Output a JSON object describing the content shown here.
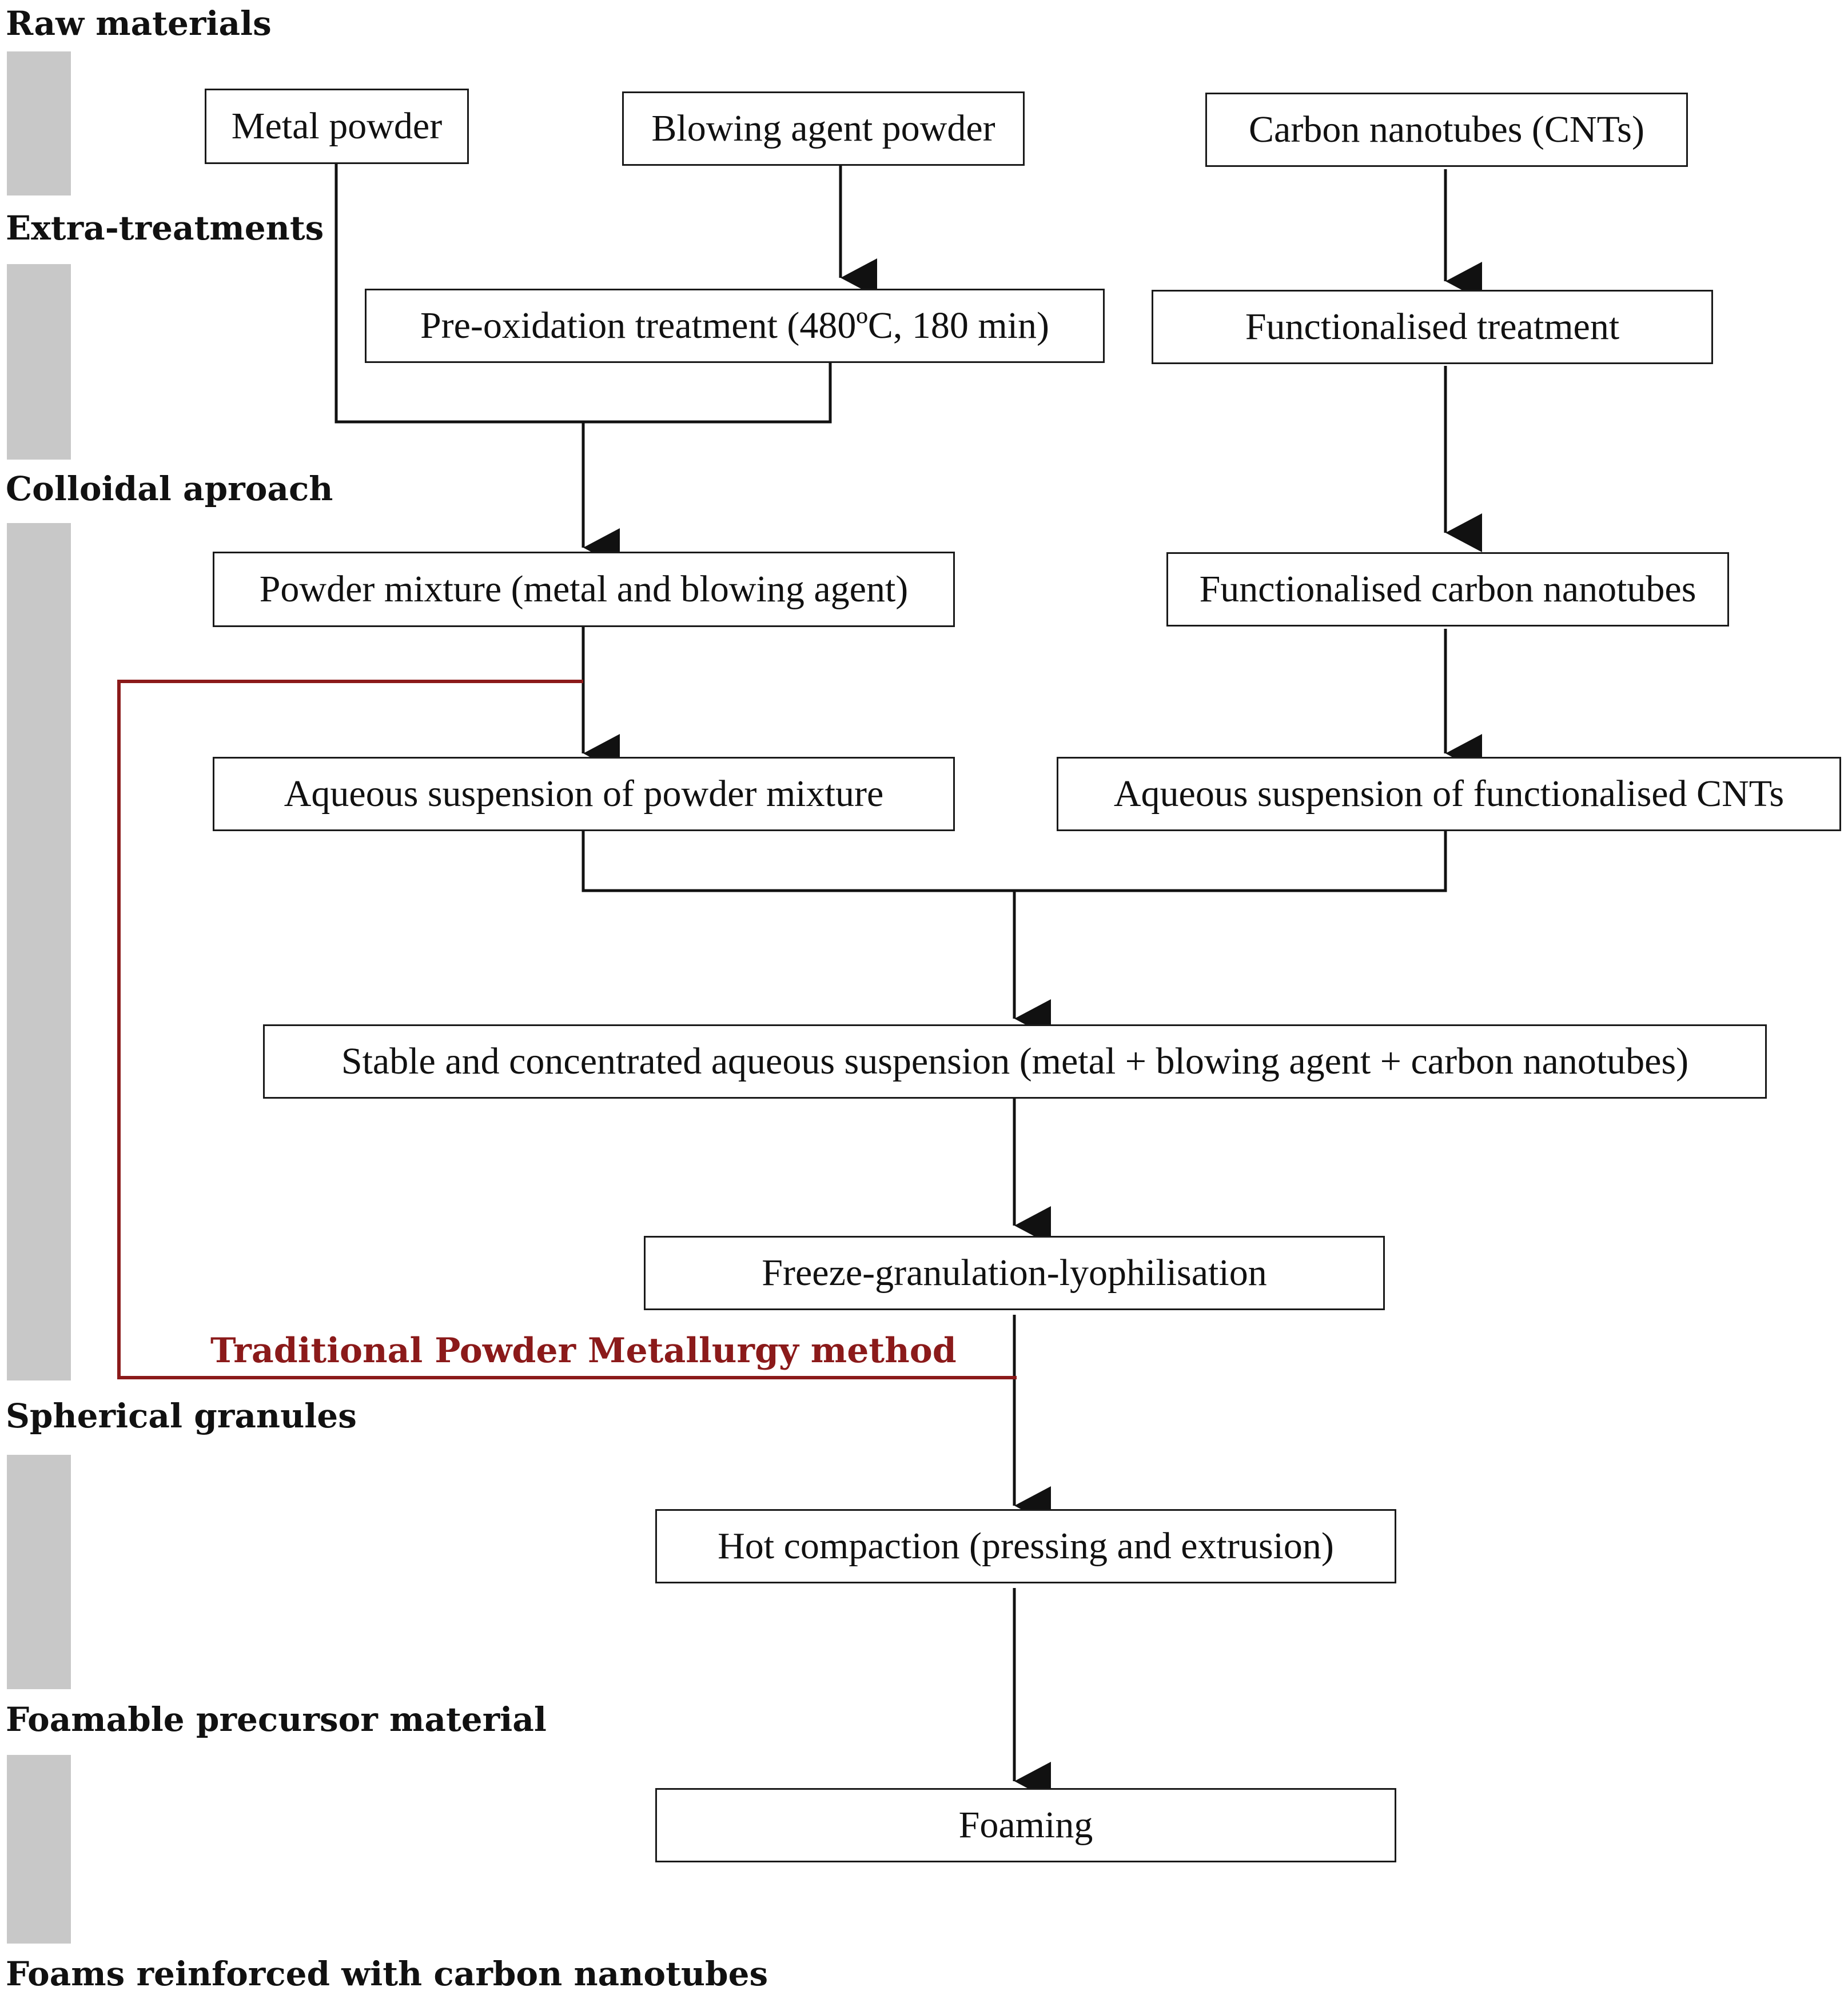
{
  "colors": {
    "ink": "#111111",
    "stage_bar": "#c8c8c8",
    "traditional_route": "#8b1a1a"
  },
  "stages": [
    {
      "label": "Raw materials"
    },
    {
      "label": "Extra-treatments"
    },
    {
      "label": "Colloidal aproach"
    },
    {
      "label": "Spherical granules"
    },
    {
      "label": "Foamable precursor material"
    },
    {
      "label": "Foams reinforced with carbon nanotubes"
    }
  ],
  "boxes": {
    "metal_powder": "Metal powder",
    "blowing_agent_powder": "Blowing agent powder",
    "carbon_nanotubes": "Carbon nanotubes (CNTs)",
    "pre_oxidation": "Pre-oxidation treatment (480ºC, 180 min)",
    "functionalised_treatment": "Functionalised treatment",
    "powder_mixture": "Powder mixture (metal and blowing agent)",
    "functionalised_cnts": "Functionalised carbon nanotubes",
    "aqueous_powder_mixture": "Aqueous suspension of powder mixture",
    "aqueous_functionalised_cnts": "Aqueous suspension of functionalised CNTs",
    "stable_suspension": "Stable and concentrated aqueous suspension (metal + blowing agent + carbon nanotubes)",
    "freeze_granulation": "Freeze-granulation-lyophilisation",
    "hot_compaction": "Hot compaction (pressing and extrusion)",
    "foaming": "Foaming"
  },
  "traditional_route": {
    "label": "Traditional Powder Metallurgy method"
  }
}
